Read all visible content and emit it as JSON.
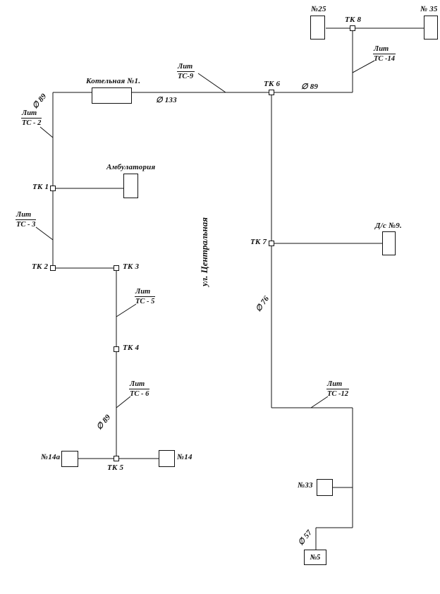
{
  "street": {
    "label": "ул. Центральная"
  },
  "nodes": {
    "tk1": "ТК 1",
    "tk2": "ТК 2",
    "tk3": "ТК 3",
    "tk4": "ТК 4",
    "tk5": "ТК 5",
    "tk6": "ТК 6",
    "tk7": "ТК 7",
    "tk8": "ТК 8"
  },
  "buildings": {
    "boiler": "Котельная №1.",
    "ambulatory": "Амбулатория",
    "b25": "№25",
    "b35": "№ 35",
    "ds9": "Д/с №9.",
    "b14a": "№14а",
    "b14": "№14",
    "b33": "№33",
    "b5": "№5"
  },
  "diameters": {
    "d133": "∅ 133",
    "d89_main": "∅ 89",
    "d89_left": "∅ 89",
    "d89_tk5": "∅ 89",
    "d76": "∅ 76",
    "d57": "∅ 57"
  },
  "sections": {
    "ts2": {
      "top": "Лит",
      "bottom": "ТС - 2"
    },
    "ts3": {
      "top": "Лит",
      "bottom": "ТС - 3"
    },
    "ts5": {
      "top": "Лит",
      "bottom": "ТС - 5"
    },
    "ts6": {
      "top": "Лит",
      "bottom": "ТС - 6"
    },
    "ts9": {
      "top": "Лит",
      "bottom": "ТС-9"
    },
    "ts12": {
      "top": "Лит",
      "bottom": "ТС -12"
    },
    "ts14": {
      "top": "Лит",
      "bottom": "ТС -14"
    }
  },
  "colors": {
    "ink": "#111111",
    "paper": "#ffffff"
  }
}
